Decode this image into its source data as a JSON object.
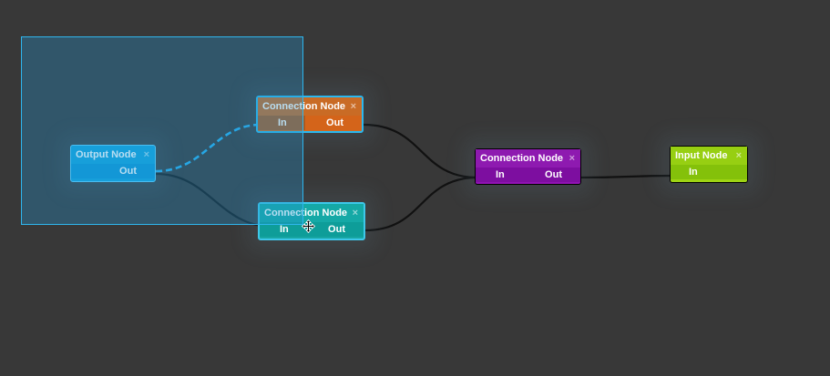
{
  "nodes": {
    "output": {
      "title": "Output Node",
      "close": "×",
      "out": "Out"
    },
    "conn_orange": {
      "title": "Connection Node",
      "close": "×",
      "in": "In",
      "out": "Out"
    },
    "conn_teal": {
      "title": "Connection Node",
      "close": "×",
      "in": "In",
      "out": "Out"
    },
    "conn_purple": {
      "title": "Connection Node",
      "close": "×",
      "in": "In",
      "out": "Out"
    },
    "input": {
      "title": "Input Node",
      "close": "×",
      "in": "In"
    }
  },
  "colors": {
    "background": "#383838",
    "output_node": "#13a4dd",
    "connection_orange": "#d06a1f",
    "connection_teal": "#17a6a4",
    "connection_purple": "#9012b3",
    "input_node": "#9ed414",
    "selection": "#2fb6ee",
    "wire": "#111111",
    "pending_wire": "#29b0ee"
  },
  "icons": {
    "close": "close-icon",
    "cursor": "move-cursor-icon"
  }
}
